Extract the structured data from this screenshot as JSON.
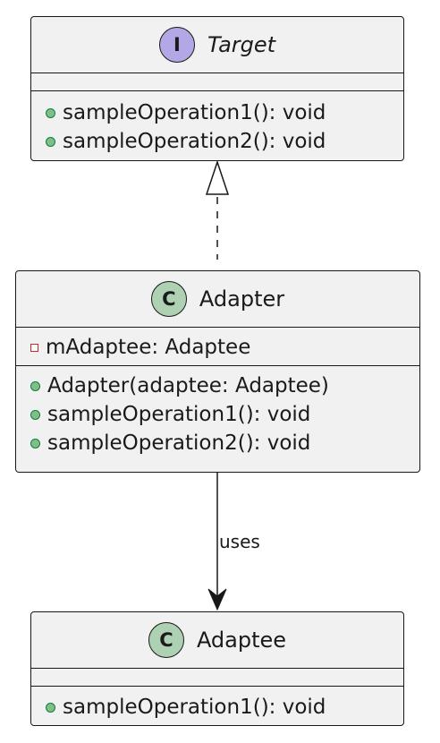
{
  "colors": {
    "interface_badge": "#b4a7e5",
    "class_badge": "#add1b2",
    "box_fill": "#f1f1f1",
    "border": "#181818",
    "public_dot": "#84be84",
    "private_marker": "#c82930"
  },
  "target": {
    "stereotype": "I",
    "name": "Target",
    "fields": [],
    "methods": [
      {
        "text": "sampleOperation1(): void"
      },
      {
        "text": "sampleOperation2(): void"
      }
    ]
  },
  "adapter": {
    "stereotype": "C",
    "name": "Adapter",
    "fields": [
      {
        "text": "mAdaptee: Adaptee"
      }
    ],
    "methods": [
      {
        "text": "Adapter(adaptee: Adaptee)"
      },
      {
        "text": "sampleOperation1(): void"
      },
      {
        "text": "sampleOperation2(): void"
      }
    ]
  },
  "adaptee": {
    "stereotype": "C",
    "name": "Adaptee",
    "fields": [],
    "methods": [
      {
        "text": "sampleOperation1(): void"
      }
    ]
  },
  "relations": {
    "realization": {
      "from": "Adapter",
      "to": "Target",
      "style": "dashed",
      "head": "hollow-triangle"
    },
    "uses": {
      "from": "Adapter",
      "to": "Adaptee",
      "label": "uses",
      "style": "solid",
      "head": "open-arrow"
    }
  }
}
